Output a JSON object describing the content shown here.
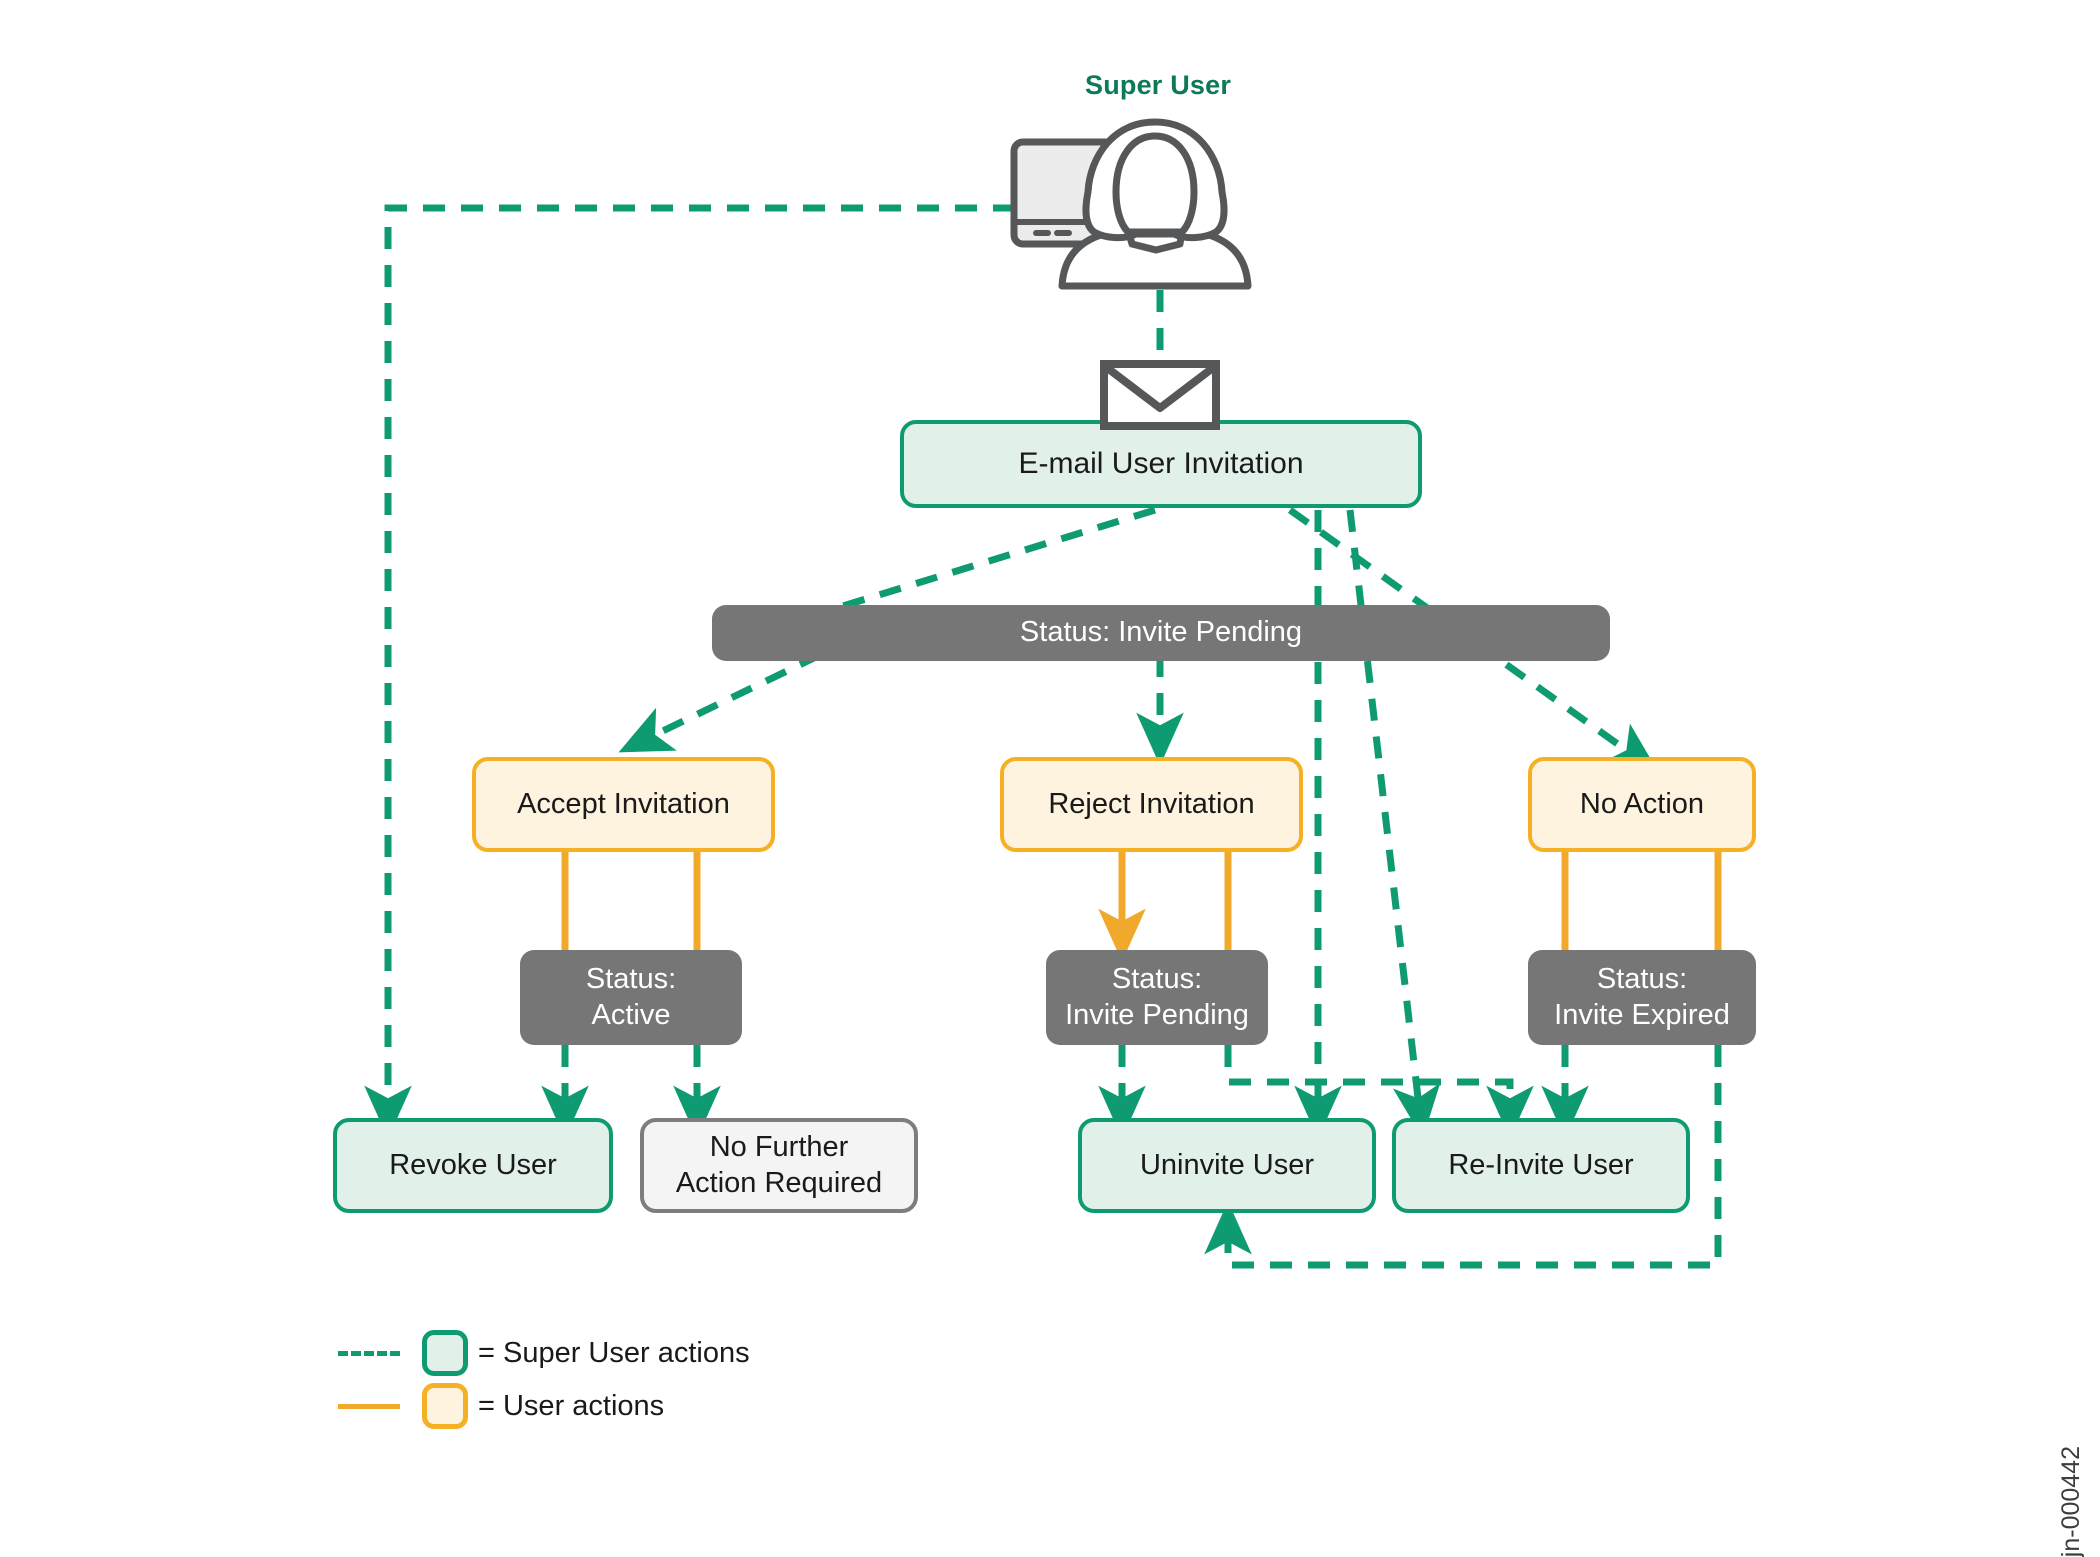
{
  "diagram": {
    "title_label": "Super User",
    "watermark": "jn-000442",
    "colors": {
      "super_user_line": "#0f9b72",
      "super_user_fill": "#e2f0ea",
      "super_user_border": "#0f9b72",
      "user_line": "#f0a92b",
      "user_fill": "#fdf3df",
      "user_border": "#f5b023",
      "status_fill": "#767676",
      "status_text": "#ffffff",
      "neutral_border": "#7d7d7d",
      "neutral_fill": "#f4f4f4",
      "title_color": "#0c7a58",
      "art_stroke": "#555759",
      "background": "#ffffff"
    },
    "icons": {
      "super_user": "super-user-icon",
      "envelope": "envelope-icon"
    }
  },
  "nodes": {
    "email_invitation": {
      "label": "E-mail User Invitation",
      "type": "super-user-action"
    },
    "status_invite_pending_top": {
      "label": "Status: Invite Pending",
      "type": "status"
    },
    "accept_invitation": {
      "label": "Accept Invitation",
      "type": "user-action"
    },
    "reject_invitation": {
      "label": "Reject Invitation",
      "type": "user-action"
    },
    "no_action": {
      "label": "No Action",
      "type": "user-action"
    },
    "status_active": {
      "line1": "Status:",
      "line2": "Active",
      "type": "status"
    },
    "status_invite_pending": {
      "line1": "Status:",
      "line2": "Invite Pending",
      "type": "status"
    },
    "status_invite_expired": {
      "line1": "Status:",
      "line2": "Invite Expired",
      "type": "status"
    },
    "revoke_user": {
      "label": "Revoke User",
      "type": "super-user-action"
    },
    "no_further_action": {
      "line1": "No Further",
      "line2": "Action Required",
      "type": "terminal"
    },
    "uninvite_user": {
      "label": "Uninvite User",
      "type": "super-user-action"
    },
    "reinvite_user": {
      "label": "Re-Invite User",
      "type": "super-user-action"
    }
  },
  "legend": {
    "items": [
      {
        "line_style": "dashed",
        "swatch": "super",
        "label": "= Super User actions"
      },
      {
        "line_style": "solid",
        "swatch": "user",
        "label": "= User actions"
      }
    ]
  }
}
